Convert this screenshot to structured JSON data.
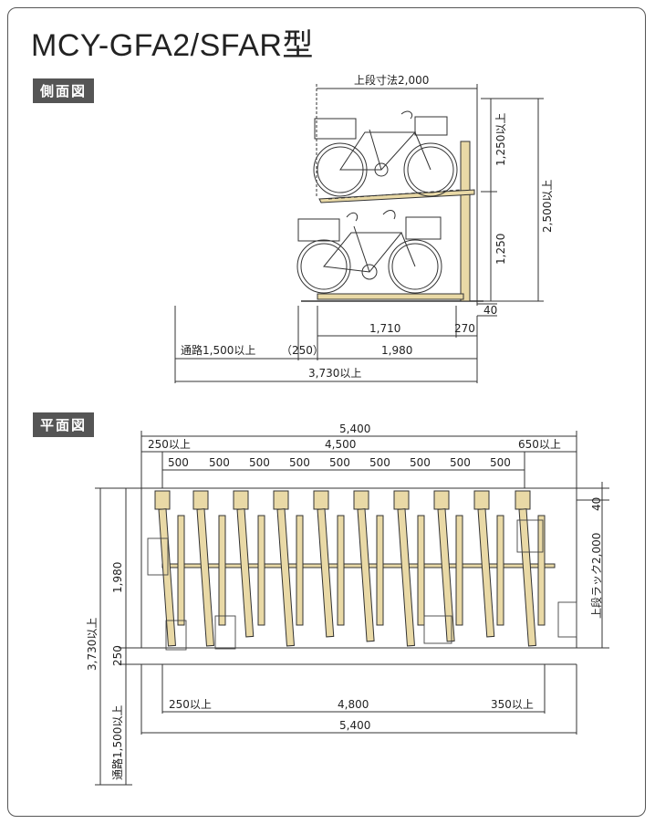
{
  "title": "MCY-GFA2/SFAR型",
  "side_view": {
    "label": "側面図",
    "dims": {
      "upper_rack": "上段寸法2,000",
      "h_upper": "1,250以上",
      "h_lower": "1,250",
      "h_total": "2,500以上",
      "d40": "40",
      "d1710": "1,710",
      "d270": "270",
      "aisle": "通路1,500以上",
      "d250": "（250）",
      "d1980": "1,980",
      "total": "3,730以上"
    }
  },
  "plan_view": {
    "label": "平面図",
    "dims": {
      "top_total": "5,400",
      "left": "250以上",
      "mid": "4,500",
      "right": "650以上",
      "pitches": [
        "500",
        "500",
        "500",
        "500",
        "500",
        "500",
        "500",
        "500",
        "500"
      ],
      "d40": "40",
      "upper_rack": "上段ラック2,000",
      "v1980": "1,980",
      "v250": "250",
      "v3730": "3,730以上",
      "aisle": "通路1,500以上",
      "b_left": "250以上",
      "b_mid": "4,800",
      "b_right": "350以上",
      "b_total": "5,400"
    }
  },
  "colors": {
    "rack": "#e9d9a6",
    "line": "#333333",
    "label_bg": "#555555"
  }
}
